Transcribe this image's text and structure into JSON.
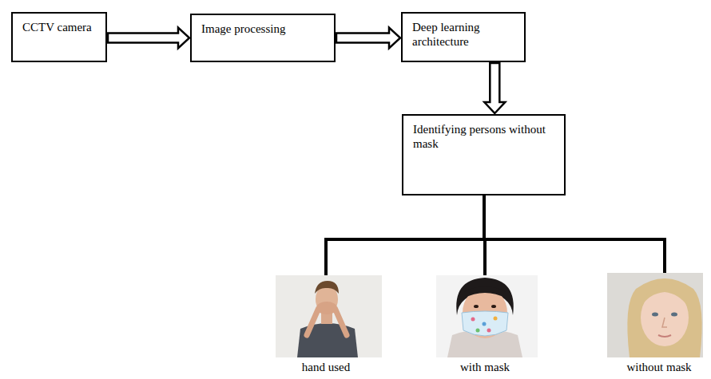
{
  "diagram": {
    "nodes": [
      {
        "text": [
          "CCTV camera"
        ]
      },
      {
        "text": [
          "Image processing"
        ]
      },
      {
        "text": [
          "Deep learning architecture"
        ]
      },
      {
        "text": [
          "Identifying persons without mask"
        ]
      }
    ],
    "edges": [
      {
        "from": 0,
        "to": 1,
        "arrow": "to"
      },
      {
        "from": 1,
        "to": 2,
        "arrow": "to"
      },
      {
        "from": 2,
        "to": 3,
        "arrow": "to"
      }
    ],
    "labels": [
      "hand used",
      "with mask",
      "without mask"
    ]
  }
}
